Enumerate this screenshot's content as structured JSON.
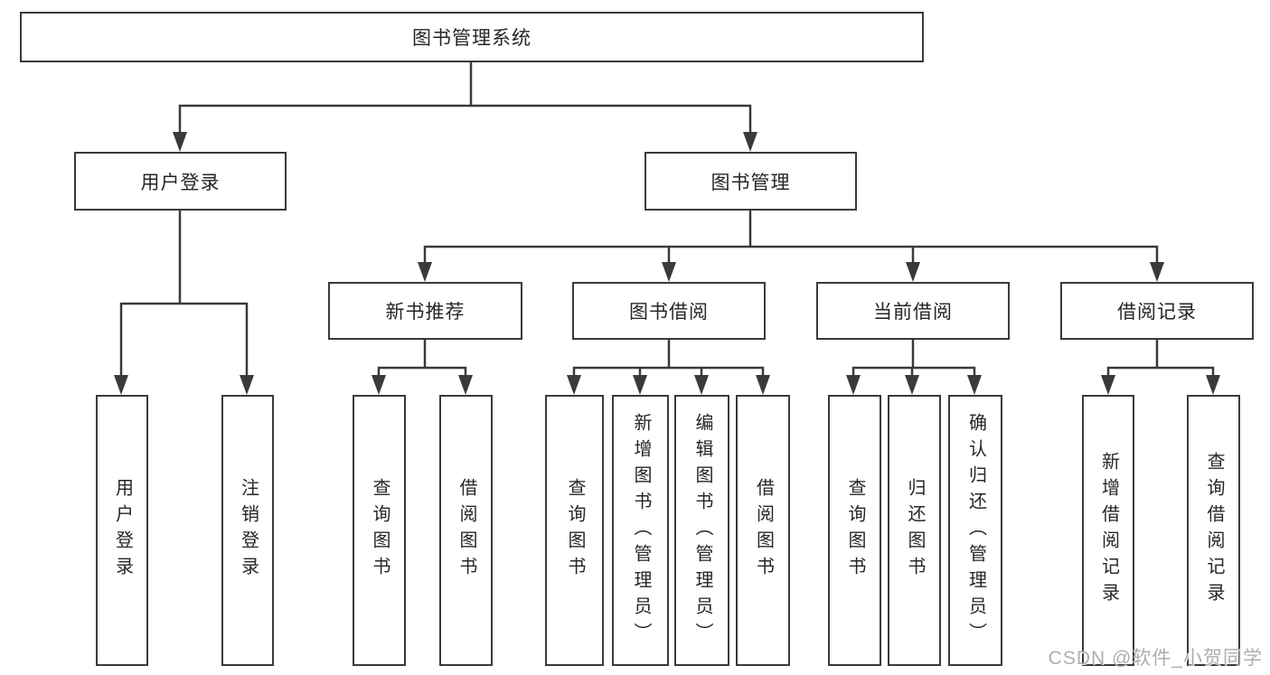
{
  "tree": {
    "root": {
      "label": "图书管理系统"
    },
    "branches": [
      {
        "label": "用户登录",
        "leaves": [
          {
            "label": "用户登录"
          },
          {
            "label": "注销登录"
          }
        ]
      },
      {
        "label": "图书管理",
        "groups": [
          {
            "label": "新书推荐",
            "leaves": [
              {
                "label": "查询图书"
              },
              {
                "label": "借阅图书"
              }
            ]
          },
          {
            "label": "图书借阅",
            "leaves": [
              {
                "label": "查询图书"
              },
              {
                "label": "新增图书（管理员）"
              },
              {
                "label": "编辑图书（管理员）"
              },
              {
                "label": "借阅图书"
              }
            ]
          },
          {
            "label": "当前借阅",
            "leaves": [
              {
                "label": "查询图书"
              },
              {
                "label": "归还图书"
              },
              {
                "label": "确认归还（管理员）"
              }
            ]
          },
          {
            "label": "借阅记录",
            "leaves": [
              {
                "label": "新增借阅记录"
              },
              {
                "label": "查询借阅记录"
              }
            ]
          }
        ]
      }
    ]
  },
  "watermark": {
    "text": "CSDN @软件_小贺同学"
  },
  "colors": {
    "line": "#3a3a3a",
    "text": "#262626",
    "background": "#ffffff",
    "watermark": "#aeaeae"
  }
}
